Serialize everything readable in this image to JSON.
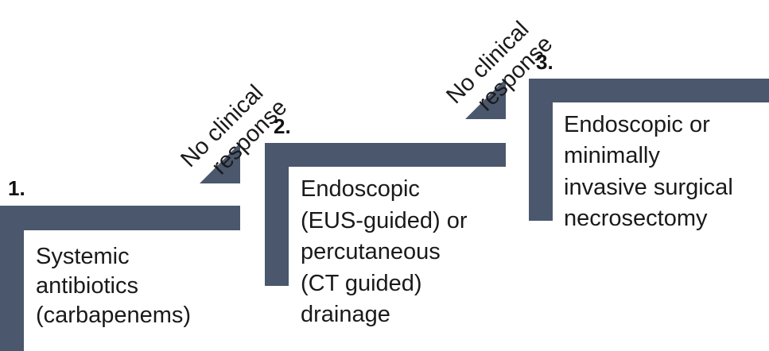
{
  "steps": [
    {
      "number": "1.",
      "lines": [
        "Systemic",
        "antibiotics",
        "(carbapenems)"
      ]
    },
    {
      "number": "2.",
      "lines": [
        "Endoscopic",
        "(EUS-guided) or",
        "percutaneous",
        "(CT guided)",
        "drainage"
      ]
    },
    {
      "number": "3.",
      "lines": [
        "Endoscopic or",
        "minimally",
        "invasive surgical",
        "necrosectomy"
      ]
    }
  ],
  "transitions": [
    {
      "lines": [
        "No clinical",
        "response"
      ]
    },
    {
      "lines": [
        "No clinical",
        "response"
      ]
    }
  ],
  "colors": {
    "bar": "#4a576c",
    "text": "#1a1a1a"
  }
}
